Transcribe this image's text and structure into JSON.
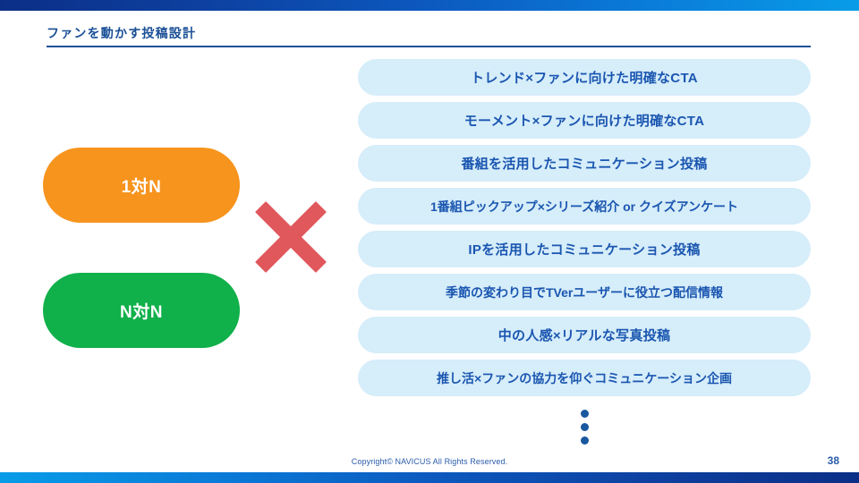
{
  "slide": {
    "header": {
      "title": "ファンを動かす投稿設計"
    },
    "left_column": {
      "capsules": [
        {
          "label": "1対N",
          "color": "#F7941E"
        },
        {
          "label": "N対N",
          "color": "#10B04A"
        }
      ]
    },
    "operator": {
      "icon": "multiply-cross-icon",
      "color": "#E0585C"
    },
    "idea_list": {
      "items": [
        {
          "text": "トレンド×ファンに向けた明確なCTA"
        },
        {
          "text": "モーメント×ファンに向けた明確なCTA"
        },
        {
          "text": "番組を活用したコミュニケーション投稿"
        },
        {
          "text": "1番組ピックアップ×シリーズ紹介 or クイズアンケート"
        },
        {
          "text": "IPを活用したコミュニケーション投稿"
        },
        {
          "text": "季節の変わり目でTVerユーザーに役立つ配信情報"
        },
        {
          "text": "中の人感×リアルな写真投稿"
        },
        {
          "text": "推し活×ファンの協力を仰ぐコミュニケーション企画"
        }
      ],
      "pill_background": "#D6EDFA",
      "pill_text_color": "#1A56B0",
      "continuation_icon": "vertical-ellipsis-icon"
    },
    "footer": {
      "copyright": "Copyright© NAVICUS All Rights Reserved.",
      "page_number": "38"
    },
    "decor": {
      "top_bar_gradient_start": "#0b2f87",
      "top_bar_gradient_end": "#089ce8"
    }
  }
}
